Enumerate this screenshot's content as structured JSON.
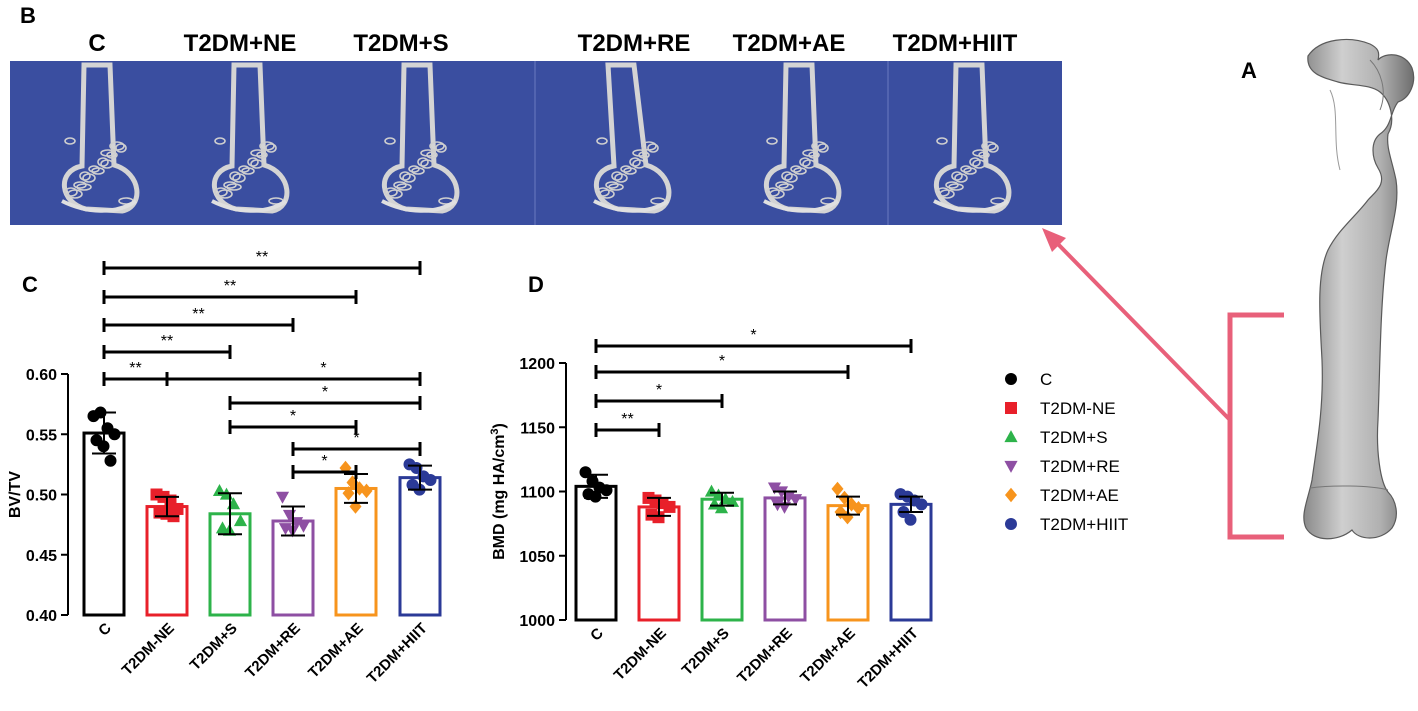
{
  "panels": {
    "a": "A",
    "b": "B",
    "c": "C",
    "d": "D"
  },
  "ct_groups": [
    "C",
    "T2DM+NE",
    "T2DM+S",
    "T2DM+RE",
    "T2DM+AE",
    "T2DM+HIIT"
  ],
  "legend": {
    "items": [
      {
        "label": "C",
        "color": "#000000",
        "marker": "circle"
      },
      {
        "label": "T2DM-NE",
        "color": "#e8202a",
        "marker": "square"
      },
      {
        "label": "T2DM+S",
        "color": "#2db34a",
        "marker": "triangle-up"
      },
      {
        "label": "T2DM+RE",
        "color": "#8e4fa3",
        "marker": "triangle-down"
      },
      {
        "label": "T2DM+AE",
        "color": "#f7941d",
        "marker": "diamond"
      },
      {
        "label": "T2DM+HIIT",
        "color": "#2b3a97",
        "marker": "circle"
      }
    ]
  },
  "colors": {
    "arrow": "#e8607a",
    "banner": "#3a4ea0",
    "bone": "#c7c7c7"
  },
  "chart_data": [
    {
      "type": "bar",
      "panel": "C",
      "ylabel": "BV/TV",
      "ylim": [
        0.4,
        0.6
      ],
      "yticks": [
        "0.40",
        "0.45",
        "0.50",
        "0.55",
        "0.60"
      ],
      "categories": [
        "C",
        "T2DM-NE",
        "T2DM+S",
        "T2DM+RE",
        "T2DM+AE",
        "T2DM+HIIT"
      ],
      "values": [
        0.551,
        0.49,
        0.484,
        0.478,
        0.505,
        0.514
      ],
      "errors": [
        0.017,
        0.008,
        0.017,
        0.012,
        0.012,
        0.01
      ],
      "points": [
        [
          0.565,
          0.568,
          0.555,
          0.55,
          0.545,
          0.54,
          0.528
        ],
        [
          0.5,
          0.498,
          0.495,
          0.488,
          0.485,
          0.484,
          0.482
        ],
        [
          0.503,
          0.5,
          0.492,
          0.478,
          0.472,
          0.47
        ],
        [
          0.498,
          0.483,
          0.477,
          0.474,
          0.472,
          0.47
        ],
        [
          0.522,
          0.51,
          0.505,
          0.503,
          0.501,
          0.49
        ],
        [
          0.525,
          0.522,
          0.515,
          0.512,
          0.508,
          0.504
        ]
      ],
      "annotations": [
        {
          "from": 0,
          "to": 5,
          "label": "**"
        },
        {
          "from": 0,
          "to": 4,
          "label": "**"
        },
        {
          "from": 0,
          "to": 3,
          "label": "**"
        },
        {
          "from": 0,
          "to": 2,
          "label": "**"
        },
        {
          "from": 0,
          "to": 1,
          "label": "**"
        },
        {
          "from": 1,
          "to": 5,
          "label": "*"
        },
        {
          "from": 2,
          "to": 5,
          "label": "*"
        },
        {
          "from": 2,
          "to": 4,
          "label": "*"
        },
        {
          "from": 3,
          "to": 5,
          "label": "*"
        },
        {
          "from": 3,
          "to": 4,
          "label": "*"
        }
      ]
    },
    {
      "type": "bar",
      "panel": "D",
      "ylabel": "BMD (mg HA/cm",
      "ylabel_sup": "3",
      "ylabel_end": ")",
      "ylim": [
        1000,
        1200
      ],
      "yticks": [
        "1000",
        "1050",
        "1100",
        "1150",
        "1200"
      ],
      "categories": [
        "C",
        "T2DM-NE",
        "T2DM+S",
        "T2DM+RE",
        "T2DM+AE",
        "T2DM+HIIT"
      ],
      "values": [
        1104,
        1088,
        1094,
        1095,
        1089,
        1090
      ],
      "errors": [
        9,
        7,
        5,
        5,
        7,
        6
      ],
      "points": [
        [
          1115,
          1108,
          1103,
          1101,
          1098,
          1096
        ],
        [
          1095,
          1093,
          1091,
          1088,
          1082,
          1080
        ],
        [
          1100,
          1097,
          1094,
          1092,
          1090,
          1087
        ],
        [
          1103,
          1100,
          1096,
          1094,
          1090,
          1088
        ],
        [
          1102,
          1095,
          1090,
          1087,
          1084,
          1080
        ],
        [
          1098,
          1096,
          1093,
          1090,
          1084,
          1078
        ]
      ],
      "annotations": [
        {
          "from": 0,
          "to": 5,
          "label": "*"
        },
        {
          "from": 0,
          "to": 4,
          "label": "*"
        },
        {
          "from": 0,
          "to": 2,
          "label": "*"
        },
        {
          "from": 0,
          "to": 1,
          "label": "**"
        }
      ]
    }
  ]
}
